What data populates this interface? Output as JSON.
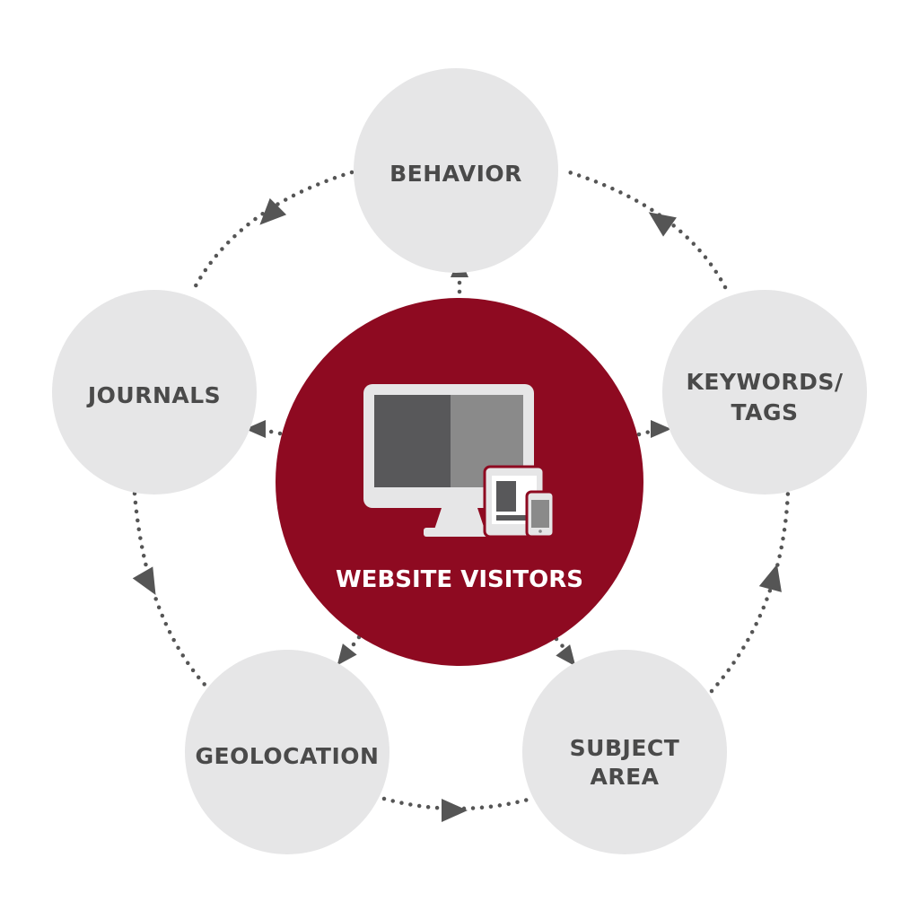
{
  "center": {
    "label": "WEBSITE VISITORS"
  },
  "nodes": {
    "behavior": {
      "label": "BEHAVIOR"
    },
    "keywords": {
      "line1": "KEYWORDS/",
      "line2": "TAGS"
    },
    "subject": {
      "line1": "SUBJECT",
      "line2": "AREA"
    },
    "geolocation": {
      "label": "GEOLOCATION"
    },
    "journals": {
      "label": "JOURNALS"
    }
  },
  "colors": {
    "center_fill": "#8e0a21",
    "node_fill": "#e6e6e7",
    "text_dark": "#4a4a4a",
    "connector": "#555555"
  },
  "icons": [
    "desktop-monitor-icon",
    "tablet-icon",
    "smartphone-icon"
  ]
}
